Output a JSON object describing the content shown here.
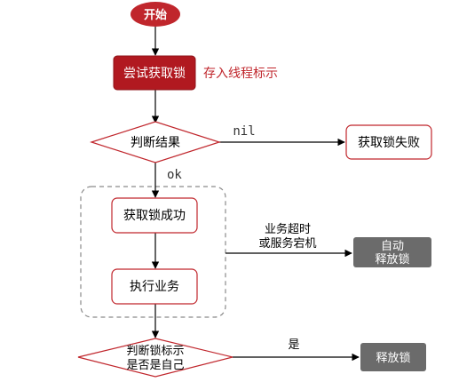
{
  "nodes": {
    "start": "开始",
    "try_lock": "尝试获取锁",
    "store_thread_id": "存入线程标示",
    "judge_result": "判断结果",
    "lock_failed": "获取锁失败",
    "lock_success": "获取锁成功",
    "execute_business": "执行业务",
    "judge_owner_line1": "判断锁标示",
    "judge_owner_line2": "是否是自己",
    "auto_release_line1": "自动",
    "auto_release_line2": "释放锁",
    "release_lock": "释放锁"
  },
  "edges": {
    "nil": "nil",
    "ok": "ok",
    "timeout_line1": "业务超时",
    "timeout_line2": "或服务宕机",
    "yes": "是"
  },
  "colors": {
    "start_fill": "#c0262c",
    "try_lock_fill": "#b11920",
    "red_text": "#c0262c",
    "border_red": "#c0262c",
    "gray_fill": "#6b6b6b",
    "dashed": "#8a8a8a",
    "line": "#000000"
  }
}
